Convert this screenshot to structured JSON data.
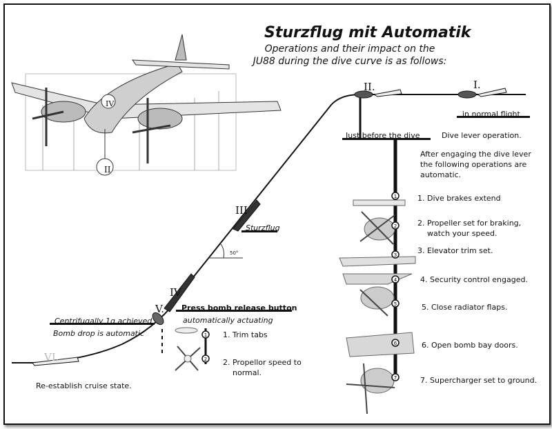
{
  "title": "Sturzflug mit Automatik",
  "subtitle_lines": [
    "Operations and their impact on the",
    "JU88 during the dive curve is as follows:"
  ],
  "roman": {
    "I": "I.",
    "II_top": "II.",
    "III": "III",
    "IV": "IV",
    "V": "V.",
    "VI": "VI.",
    "II_plane": "II",
    "IV_plane": "IV"
  },
  "labels": {
    "normal_flight": "in normal flight",
    "before_dive": "Just before the dive",
    "dive_lever": "Dive lever operation.",
    "after_engaging": [
      "After engaging the dive lever",
      "the following operations are",
      "automatic."
    ],
    "sturzflug": "Sturzflug",
    "angle": "50°",
    "press_bomb": "Press bomb release button",
    "auto_actuating": "automatically actuating",
    "centrifugally": "Centrifugally 1g achieved",
    "bomb_drop": "Bomb drop is automatic",
    "reestablish": "Re-establish cruise state."
  },
  "steps": [
    "1. Dive brakes extend",
    "2. Propeller set for braking,\n    watch your speed.",
    "3. Elevator trim set.",
    "4. Security control engaged.",
    "5. Close radiator flaps.",
    "6. Open bomb bay doors.",
    "7. Supercharger set to ground."
  ],
  "step_numbers": [
    "1",
    "2",
    "3",
    "4",
    "5",
    "6",
    "7"
  ],
  "lower_steps": [
    "1. Trim tabs",
    "2. Propellor speed to\n    normal."
  ],
  "lower_step_numbers": [
    "1",
    "2"
  ]
}
